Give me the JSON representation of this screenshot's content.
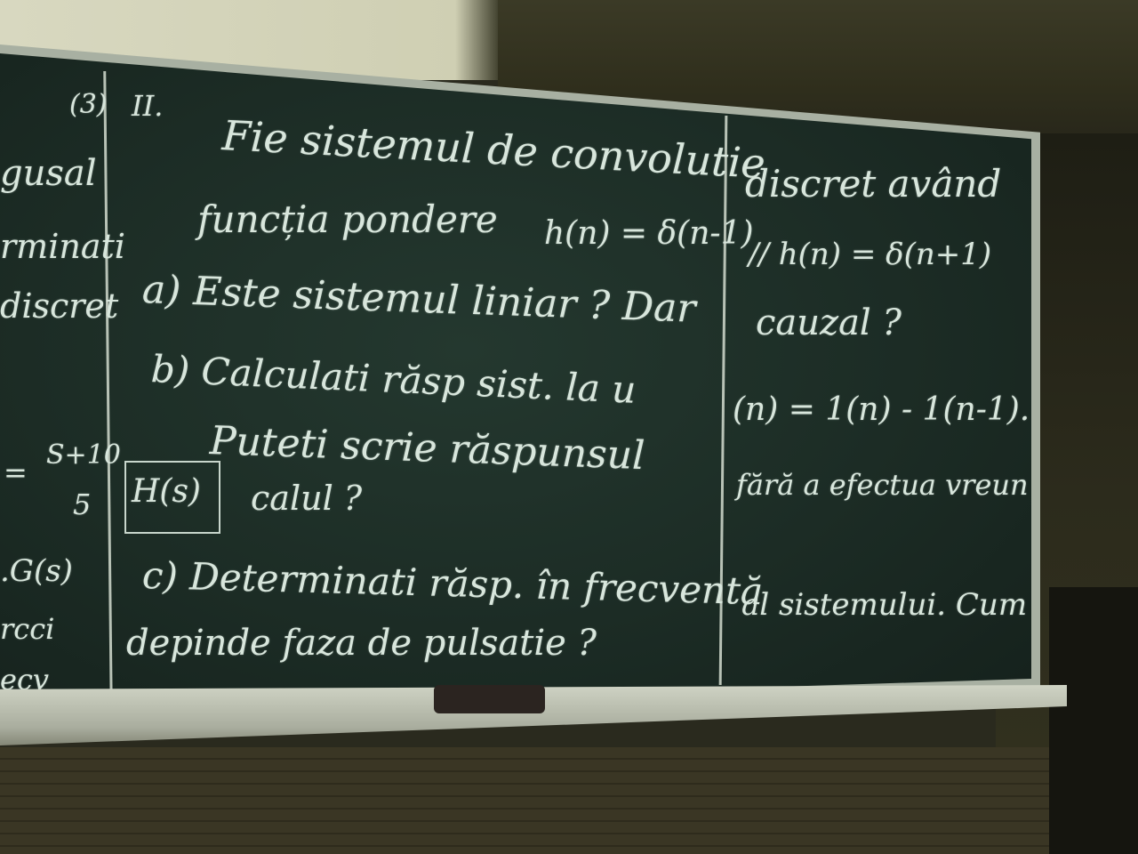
{
  "colors": {
    "chalk": "#d8e6dc",
    "board": "#1c2c25",
    "frame": "#a8b0a2"
  },
  "left_panel": {
    "margin_lines": [
      "(3)",
      "gusal",
      "rminati",
      "discret",
      "S+10",
      "5",
      "=",
      ".G(s)",
      "rcci",
      "ecv"
    ]
  },
  "main_panel": {
    "problem_number": "II.",
    "line1": "Fie sistemul de convolutie",
    "line2": "funcția pondere",
    "formula1": "h(n) = δ(n-1)",
    "item_a": "a) Este sistemul liniar ? Dar",
    "item_b": "b) Calculati răsp sist. la u",
    "line_b2": "Puteti scrie răspunsul",
    "box_label": "H(s)",
    "line_b3": "calul ?",
    "item_c": "c) Determinati răsp. în frecventă",
    "line_c2": "depinde faza  de pulsatie ?"
  },
  "right_panel": {
    "line1": "discret având",
    "line2": "// h(n) = δ(n+1)",
    "line_a": "cauzal ?",
    "line_b": "(n) = 1(n) - 1(n-1).",
    "line_b2": "fără a efectua vreun",
    "line_c": "al sistemului. Cum"
  }
}
